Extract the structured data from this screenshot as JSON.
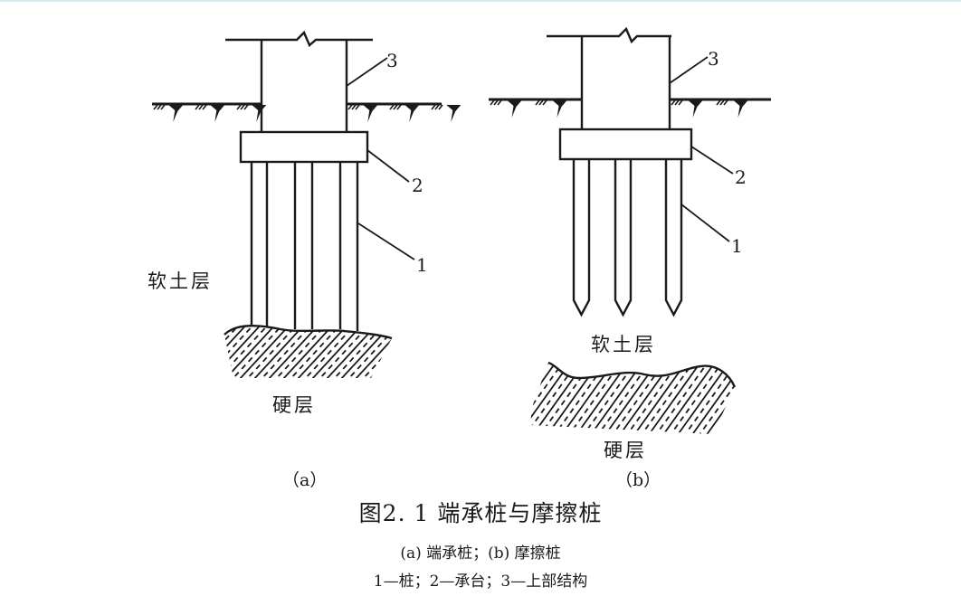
{
  "figure": {
    "panel_a": {
      "label": "（a）",
      "soft_layer": "软土层",
      "hard_layer": "硬层",
      "callouts": [
        "1",
        "2",
        "3"
      ]
    },
    "panel_b": {
      "label": "（b）",
      "soft_layer": "软土层",
      "hard_layer": "硬层",
      "callouts": [
        "1",
        "2",
        "3"
      ]
    },
    "caption": {
      "title": "图2. 1  端承桩与摩擦桩",
      "subtitle": "(a) 端承桩；(b) 摩擦桩",
      "legend": "1—桩；2—承台；3—上部结构"
    }
  },
  "colors": {
    "ink": "#1a1a1a",
    "top_edge": "#cdeef0"
  }
}
